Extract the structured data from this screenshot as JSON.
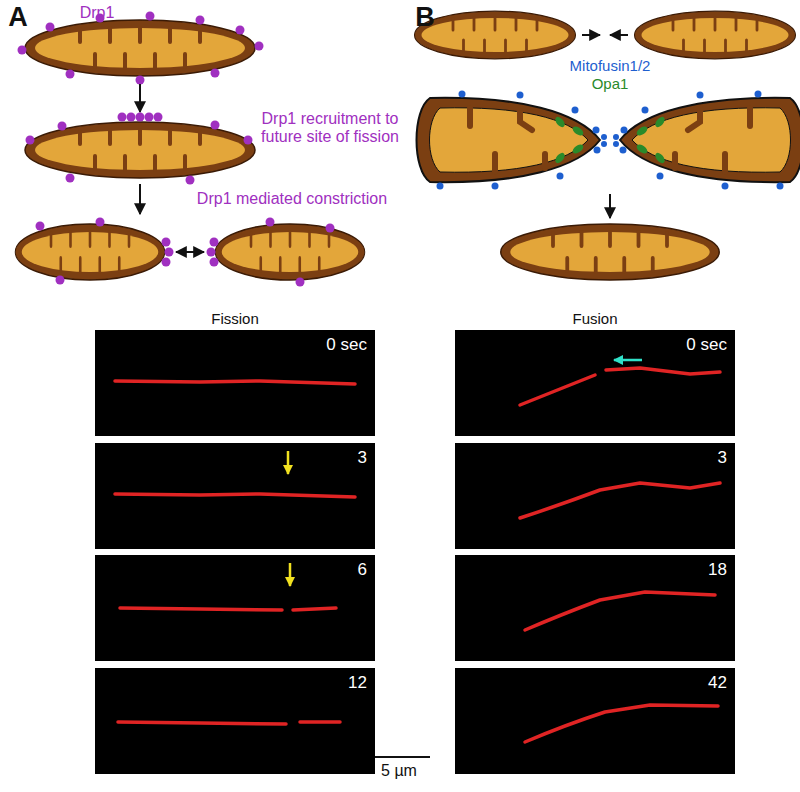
{
  "diagram": {
    "nodes": [
      {
        "text": [
          "0 sec"
        ]
      },
      {
        "text": [
          "3"
        ]
      },
      {
        "text": [
          "6"
        ]
      },
      {
        "text": [
          "12"
        ]
      },
      {
        "text": [
          "0 sec"
        ]
      },
      {
        "text": [
          "3"
        ]
      },
      {
        "text": [
          "18"
        ]
      },
      {
        "text": [
          "42"
        ]
      }
    ],
    "labels": [
      "A",
      "Drp1",
      "Drp1 recruitment to future site of fission",
      "Drp1 mediated constriction",
      "Fission",
      "B",
      "Mitofusin1/2",
      "Opa1",
      "Fusion",
      "5 µm"
    ]
  }
}
